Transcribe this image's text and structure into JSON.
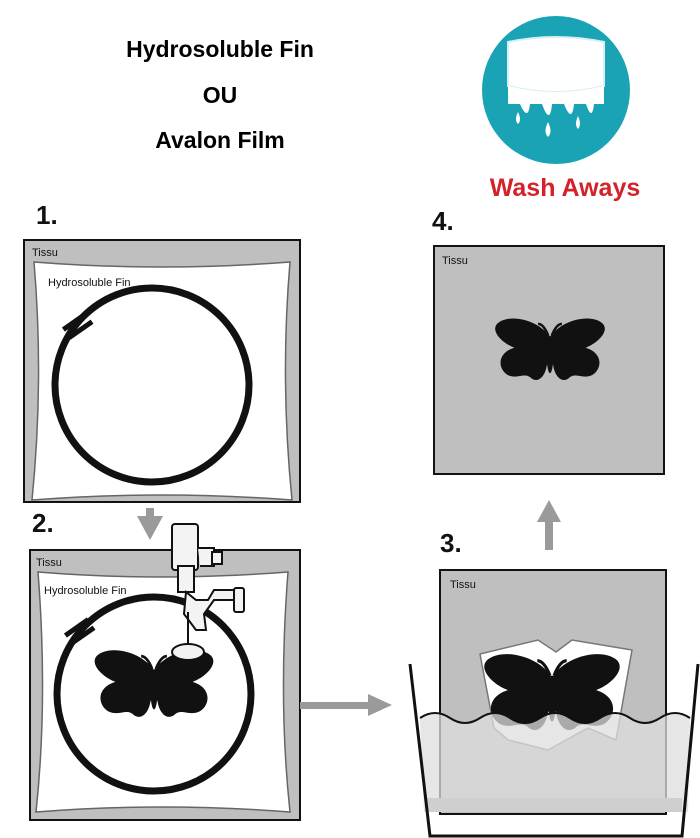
{
  "header": {
    "line1": "Hydrosoluble Fin",
    "line2": "OU",
    "line3": "Avalon Film"
  },
  "badge": {
    "label": "Wash Aways",
    "circle_color": "#1aa3b5",
    "label_color": "#d3222a"
  },
  "steps": {
    "step1": "1.",
    "step2": "2.",
    "step3": "3.",
    "step4": "4."
  },
  "labels": {
    "fabric": "Tissu",
    "film": "Hydrosoluble Fin"
  }
}
